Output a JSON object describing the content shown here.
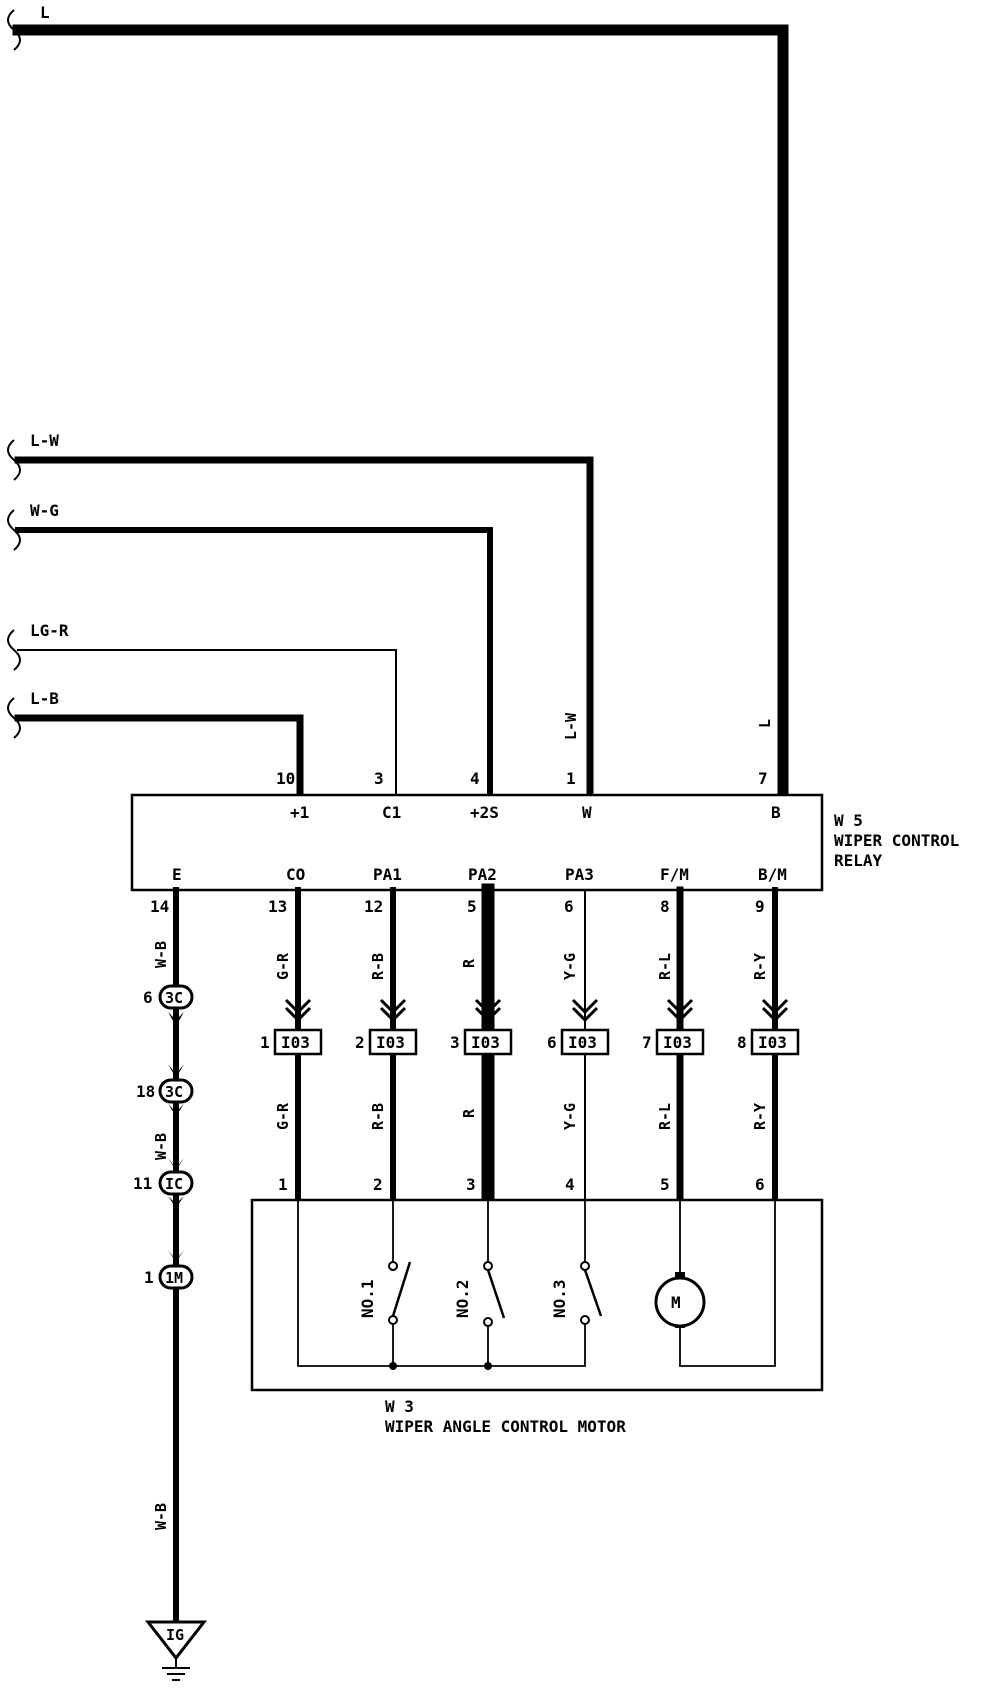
{
  "inputs": [
    {
      "color": "L"
    },
    {
      "color": "L-W"
    },
    {
      "color": "W-G"
    },
    {
      "color": "LG-R"
    },
    {
      "color": "L-B"
    }
  ],
  "relay": {
    "id": "W 5",
    "name_line1": "WIPER CONTROL",
    "name_line2": "RELAY",
    "top_pins": [
      {
        "pin": "10",
        "term": "+1"
      },
      {
        "pin": "3",
        "term": "C1"
      },
      {
        "pin": "4",
        "term": "+2S"
      },
      {
        "pin": "1",
        "term": "W"
      },
      {
        "pin": "7",
        "term": "B"
      }
    ],
    "bottom_pins": [
      {
        "pin": "14",
        "term": "E"
      },
      {
        "pin": "13",
        "term": "CO"
      },
      {
        "pin": "12",
        "term": "PA1"
      },
      {
        "pin": "5",
        "term": "PA2"
      },
      {
        "pin": "6",
        "term": "PA3"
      },
      {
        "pin": "8",
        "term": "F/M"
      },
      {
        "pin": "9",
        "term": "B/M"
      }
    ]
  },
  "riser_labels": {
    "w": "L-W",
    "b": "L"
  },
  "branches": [
    {
      "color_upper": "G-R",
      "color_lower": "G-R",
      "conn_pin": "1",
      "conn": "I03",
      "motor_pin": "1"
    },
    {
      "color_upper": "R-B",
      "color_lower": "R-B",
      "conn_pin": "2",
      "conn": "I03",
      "motor_pin": "2"
    },
    {
      "color_upper": "R",
      "color_lower": "R",
      "conn_pin": "3",
      "conn": "I03",
      "motor_pin": "3"
    },
    {
      "color_upper": "Y-G",
      "color_lower": "Y-G",
      "conn_pin": "6",
      "conn": "I03",
      "motor_pin": "4"
    },
    {
      "color_upper": "R-L",
      "color_lower": "R-L",
      "conn_pin": "7",
      "conn": "I03",
      "motor_pin": "5"
    },
    {
      "color_upper": "R-Y",
      "color_lower": "R-Y",
      "conn_pin": "8",
      "conn": "I03",
      "motor_pin": "6"
    }
  ],
  "ground_path": {
    "wire_colors": [
      "W-B",
      "W-B",
      "W-B"
    ],
    "junctions": [
      {
        "pin": "6",
        "id": "3C"
      },
      {
        "pin": "18",
        "id": "3C"
      },
      {
        "pin": "11",
        "id": "IC"
      },
      {
        "pin": "1",
        "id": "1M"
      }
    ],
    "ground": "IG"
  },
  "motor": {
    "id": "W 3",
    "name": "WIPER ANGLE CONTROL MOTOR",
    "switches": [
      "NO.1",
      "NO.2",
      "NO.3"
    ],
    "motor_symbol": "M"
  }
}
